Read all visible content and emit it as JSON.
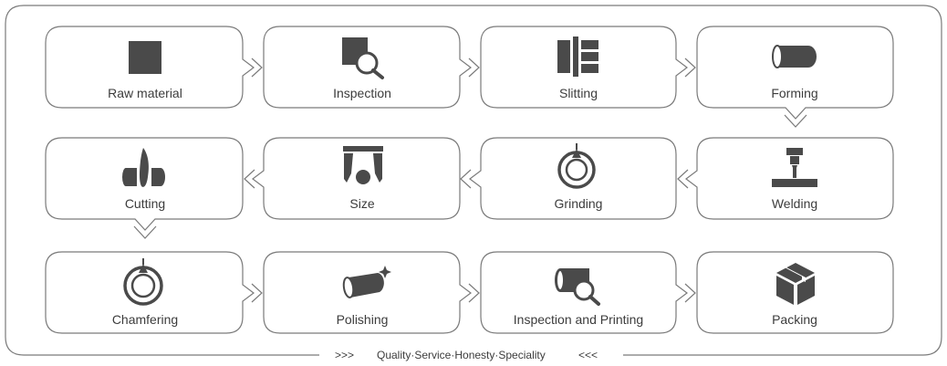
{
  "steps": [
    {
      "label": "Raw material",
      "icon": "raw-material-icon"
    },
    {
      "label": "Inspection",
      "icon": "inspection-icon"
    },
    {
      "label": "Slitting",
      "icon": "slitting-icon"
    },
    {
      "label": "Forming",
      "icon": "forming-icon"
    },
    {
      "label": "Welding",
      "icon": "welding-icon"
    },
    {
      "label": "Grinding",
      "icon": "grinding-icon"
    },
    {
      "label": "Size",
      "icon": "size-icon"
    },
    {
      "label": "Cutting",
      "icon": "cutting-icon"
    },
    {
      "label": "Chamfering",
      "icon": "chamfering-icon"
    },
    {
      "label": "Polishing",
      "icon": "polishing-icon"
    },
    {
      "label": "Inspection and Printing",
      "icon": "inspection-printing-icon"
    },
    {
      "label": "Packing",
      "icon": "packing-icon"
    }
  ],
  "footer": {
    "left_marks": ">>>",
    "slogan": "Quality·Service·Honesty·Speciality",
    "right_marks": "<<<"
  },
  "colors": {
    "outline": "#7a7a7a",
    "icon": "#4a4a4a",
    "text": "#3c3c3c",
    "background": "#ffffff"
  }
}
